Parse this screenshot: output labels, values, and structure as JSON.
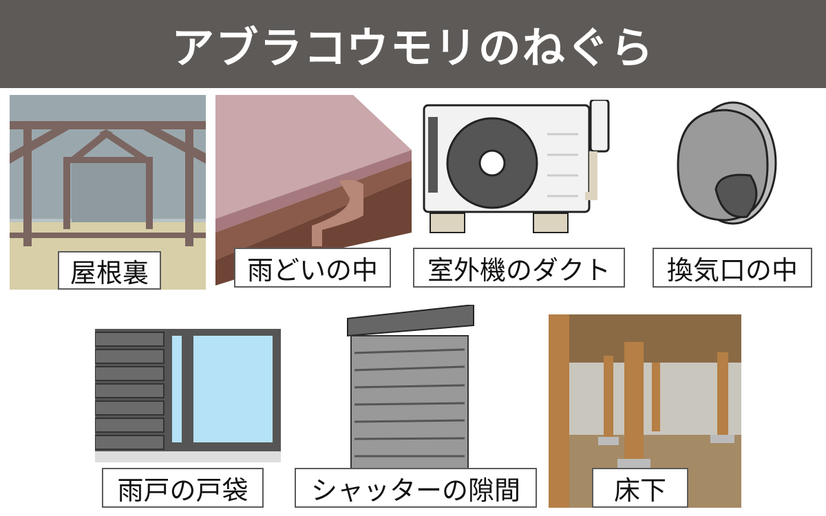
{
  "title": "アブラコウモリのねぐら",
  "places": [
    {
      "label": "屋根裏",
      "icon": "attic-illustration"
    },
    {
      "label": "雨どいの中",
      "icon": "rain-gutter-illustration"
    },
    {
      "label": "室外機のダクト",
      "icon": "air-conditioner-outdoor-unit-illustration"
    },
    {
      "label": "換気口の中",
      "icon": "vent-hood-illustration"
    },
    {
      "label": "雨戸の戸袋",
      "icon": "storm-shutter-box-illustration"
    },
    {
      "label": "シャッターの隙間",
      "icon": "rolling-shutter-illustration"
    },
    {
      "label": "床下",
      "icon": "underfloor-illustration"
    }
  ],
  "colors": {
    "header_bg": "#5e5a58",
    "header_text": "#ffffff",
    "label_border": "#5a5a5a"
  }
}
